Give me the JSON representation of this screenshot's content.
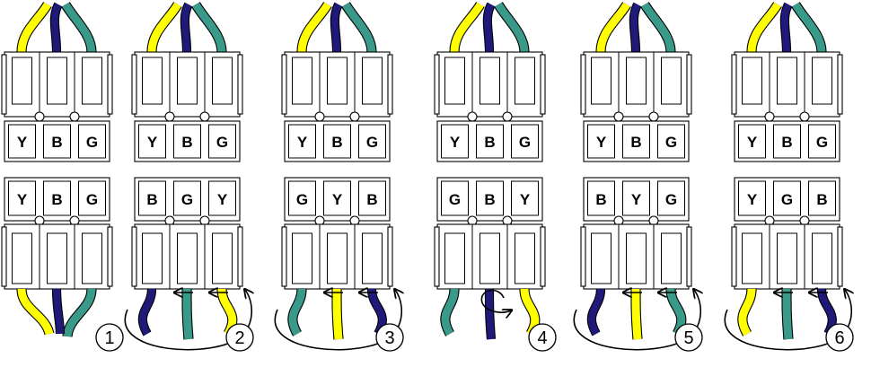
{
  "colors": {
    "Y": "#ffff00",
    "B": "#1f1a7a",
    "G": "#3a9a8a",
    "outline": "#000000",
    "background": "#ffffff"
  },
  "top_connector_labels": [
    "Y",
    "B",
    "G"
  ],
  "panels": [
    {
      "number": "1",
      "bottom_labels": [
        "Y",
        "B",
        "G"
      ],
      "arrows": "none"
    },
    {
      "number": "2",
      "bottom_labels": [
        "B",
        "G",
        "Y"
      ],
      "arrows": "shift-left"
    },
    {
      "number": "3",
      "bottom_labels": [
        "G",
        "Y",
        "B"
      ],
      "arrows": "shift-left"
    },
    {
      "number": "4",
      "bottom_labels": [
        "G",
        "B",
        "Y"
      ],
      "arrows": "swap-right"
    },
    {
      "number": "5",
      "bottom_labels": [
        "B",
        "Y",
        "G"
      ],
      "arrows": "shift-left"
    },
    {
      "number": "6",
      "bottom_labels": [
        "Y",
        "G",
        "B"
      ],
      "arrows": "shift-left"
    }
  ]
}
